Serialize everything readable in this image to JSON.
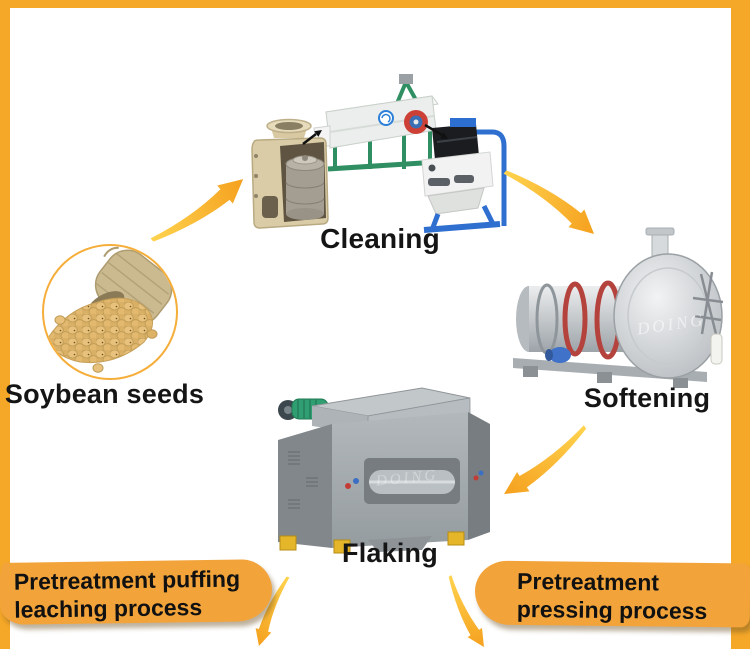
{
  "frame": {
    "border_color": "#F5A728"
  },
  "stages": {
    "soybean": {
      "label": "Soybean seeds"
    },
    "cleaning": {
      "label": "Cleaning"
    },
    "softening": {
      "label": "Softening",
      "watermark": "DOING"
    },
    "flaking": {
      "label": "Flaking",
      "watermark": "DOING"
    }
  },
  "banners": {
    "left": {
      "line1": "Pretreatment puffing",
      "line2": "leaching process"
    },
    "right": {
      "line1": "Pretreatment",
      "line2": "pressing process"
    }
  },
  "flow_arrows": [
    {
      "from": "Soybean seeds",
      "to": "Cleaning"
    },
    {
      "from": "Cleaning",
      "to": "Softening"
    },
    {
      "from": "Softening",
      "to": "Flaking"
    },
    {
      "from": "Flaking",
      "to": "Pretreatment puffing leaching process"
    },
    {
      "from": "Flaking",
      "to": "Pretreatment pressing process"
    }
  ],
  "colors": {
    "accent_orange": "#F2A43B",
    "arrow_yellow": "#FFD44F",
    "arrow_orange": "#F5A11F",
    "text": "#111111"
  }
}
